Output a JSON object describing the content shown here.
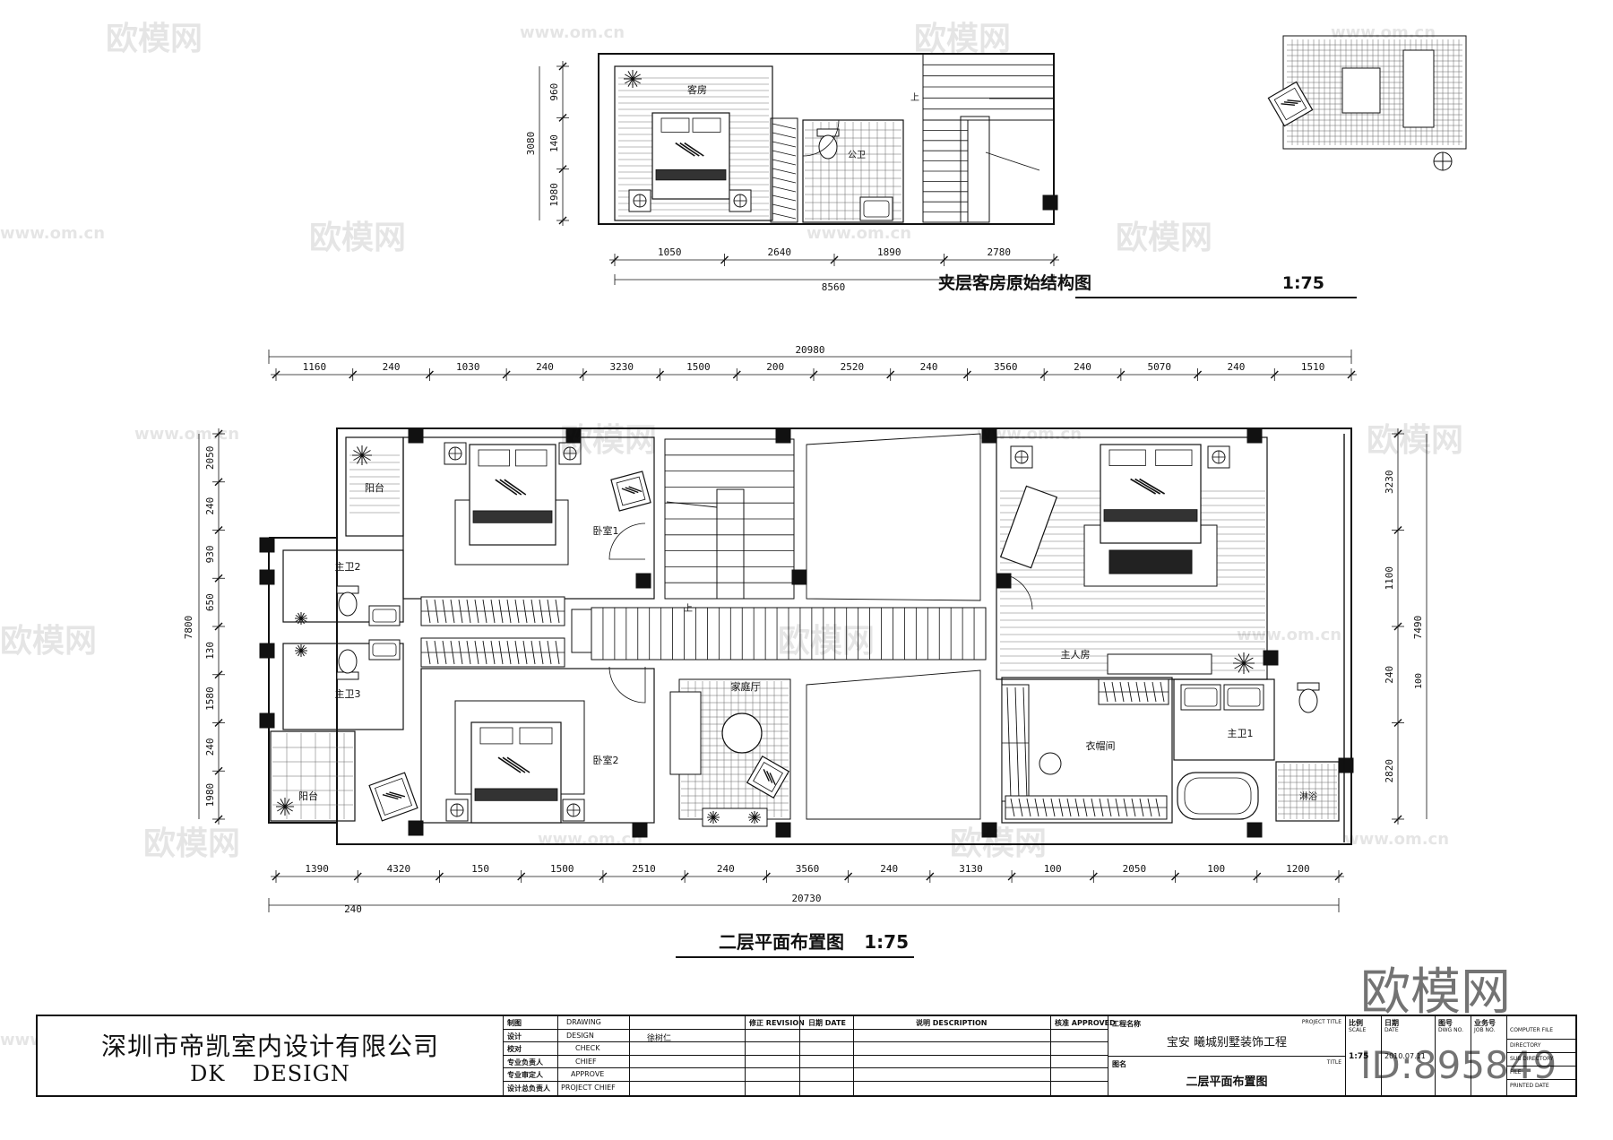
{
  "plans": {
    "mezzanine": {
      "title": "夹层客房原始结构图",
      "scale": "1:75",
      "rooms": {
        "guest_room": "客房",
        "public_bath": "公卫"
      },
      "dims_bottom": [
        "1050",
        "2640",
        "1890",
        "2780"
      ],
      "dims_total": "8560",
      "dims_left": [
        "960",
        "140",
        "1980"
      ],
      "dims_left_total": "3080",
      "stair_up": "上"
    },
    "second_floor": {
      "title": "二层平面布置图",
      "scale": "1:75",
      "rooms": {
        "bedroom1": "卧室1",
        "bedroom2": "卧室2",
        "balcony_top": "阳台",
        "balcony_bottom": "阳台",
        "bath2": "主卫2",
        "bath3": "主卫3",
        "family_hall": "家庭厅",
        "master": "主人房",
        "closet": "衣帽间",
        "bath1": "主卫1",
        "shower": "淋浴"
      },
      "stair_up": "上",
      "dims_top_total": "20980",
      "dims_top": [
        "1160",
        "240",
        "1030",
        "240",
        "3230",
        "1500",
        "200",
        "2520",
        "240",
        "3560",
        "240",
        "5070",
        "240",
        "1510"
      ],
      "dims_bottom": [
        "1390",
        "4320",
        "150",
        "1500",
        "2510",
        "240",
        "3560",
        "240",
        "3130",
        "100",
        "2050",
        "100",
        "1200"
      ],
      "dims_bottom_total": "20730",
      "dims_bottom_extra": "240",
      "dims_left": [
        "2050",
        "240",
        "930",
        "650",
        "130",
        "1580",
        "240",
        "1980"
      ],
      "dims_left_total": "7800",
      "dims_right": [
        "3230",
        "1100",
        "240",
        "2820"
      ],
      "dims_right_total": "7490",
      "dims_right_extra": "100"
    }
  },
  "title_block": {
    "company_cn": "深圳市帝凯室内设计有限公司",
    "company_en_1": "DK",
    "company_en_2": "DESIGN",
    "rows": [
      {
        "cn": "制图",
        "en": "DRAWING",
        "val": ""
      },
      {
        "cn": "设计",
        "en": "DESIGN",
        "val": "徐树仁"
      },
      {
        "cn": "校对",
        "en": "CHECK",
        "val": ""
      },
      {
        "cn": "专业负责人",
        "en": "CHIEF",
        "val": ""
      },
      {
        "cn": "专业审定人",
        "en": "APPROVE",
        "val": ""
      },
      {
        "cn": "设计总负责人",
        "en": "PROJECT CHIEF",
        "val": ""
      }
    ],
    "revision_head": {
      "rev": "修正 REVISION",
      "date": "日期 DATE",
      "desc": "说明 DESCRIPTION",
      "approve": "核准 APPROVED"
    },
    "project_label": "工程名称",
    "project_label_en": "PROJECT TITLE",
    "project_name": "宝安 曦城别墅装饰工程",
    "drawing_label": "图名",
    "drawing_label_en": "TITLE",
    "drawing_name": "二层平面布置图",
    "scale_label": "比例",
    "scale_label_en": "SCALE",
    "scale_value": "1:75",
    "date_label": "日期",
    "date_label_en": "DATE",
    "date_value": "2010.07.11",
    "dwg_no_label": "图号",
    "dwg_no_label_en": "DWG NO.",
    "job_no_label": "业务号",
    "job_no_label_en": "JOB NO.",
    "computer_file": "COMPUTER FILE",
    "directory": "DIRECTORY",
    "sub_directory": "SUB DIRECTORY",
    "file_name": "FILE",
    "printed_date": "PRINTED DATE"
  },
  "watermark": {
    "logo": "欧模网",
    "id": "ID:895849",
    "site": "www.om.cn"
  }
}
